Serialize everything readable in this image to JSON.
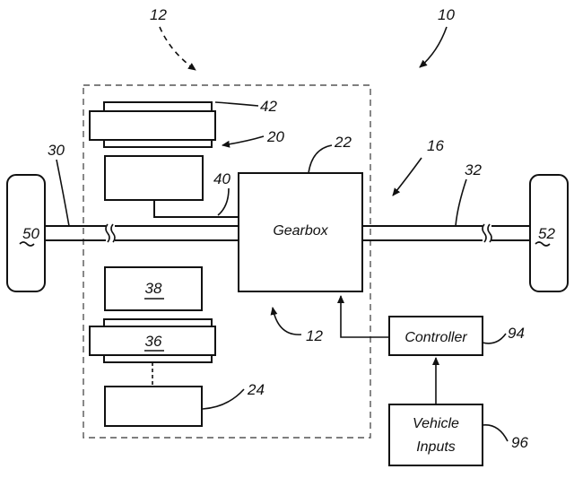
{
  "labels": {
    "gearbox": "Gearbox",
    "controller": "Controller",
    "vehicle_inputs_line1": "Vehicle",
    "vehicle_inputs_line2": "Inputs"
  },
  "refs": {
    "r10": "10",
    "r12_top": "12",
    "r12_bottom": "12",
    "r16": "16",
    "r20": "20",
    "r22": "22",
    "r24": "24",
    "r30": "30",
    "r32": "32",
    "r36": "36",
    "r38": "38",
    "r40": "40",
    "r42": "42",
    "r50": "50",
    "r52": "52",
    "r94": "94",
    "r96": "96"
  }
}
